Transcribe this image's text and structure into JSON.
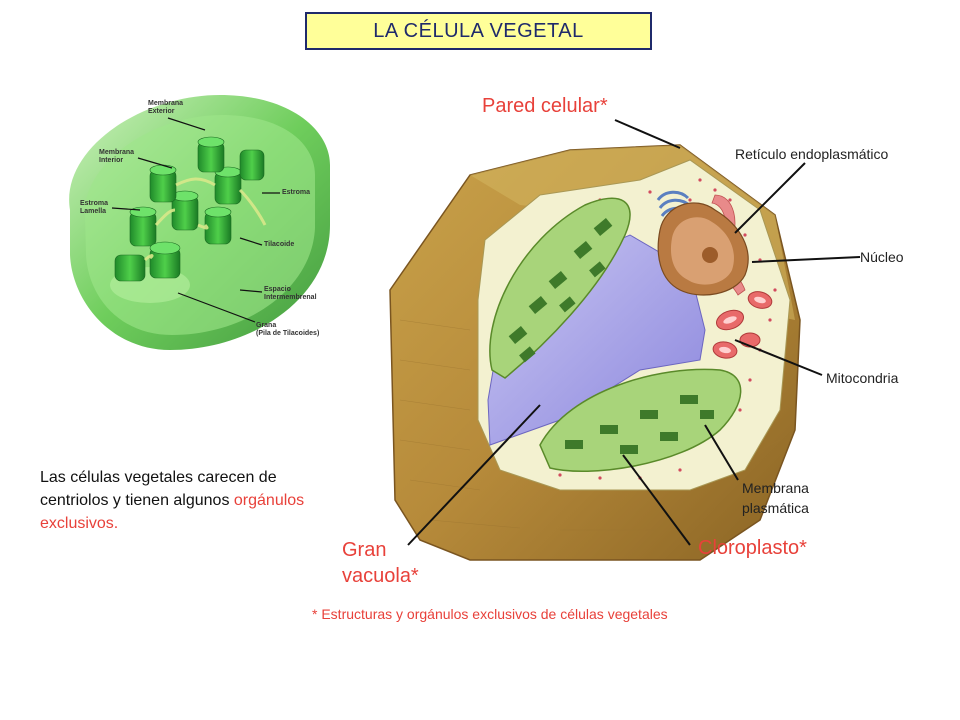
{
  "title": "LA CÉLULA VEGETAL",
  "labels": {
    "pared": "Pared celular*",
    "reticulo": "Retículo endoplasmático",
    "nucleo": "Núcleo",
    "mitocondria": "Mitocondria",
    "membrana_line1": "Membrana",
    "membrana_line2": "plasmática",
    "cloroplasto": "Cloroplasto*",
    "vacuola_line1": "Gran",
    "vacuola_line2": "vacuola*"
  },
  "chloroplast_labels": {
    "membrana_exterior_1": "Membrana",
    "membrana_exterior_2": "Exterior",
    "membrana_interior_1": "Membrana",
    "membrana_interior_2": "Interior",
    "estroma_lamella_1": "Estroma",
    "estroma_lamella_2": "Lamella",
    "estroma": "Estroma",
    "tilacoide": "Tilacoide",
    "espacio_1": "Espacio",
    "espacio_2": "Intermembrenal",
    "grana_1": "Grana",
    "grana_2": "(Pila de Tilacoides)"
  },
  "description": {
    "text": "Las células vegetales carecen de centriolos y tienen algunos",
    "highlight": "orgánulos exclusivos."
  },
  "footnote": "* Estructuras y orgánulos exclusivos de células vegetales",
  "colors": {
    "accent_red": "#e8413a",
    "title_bg": "#ffff99",
    "title_border": "#1f2a6b"
  }
}
